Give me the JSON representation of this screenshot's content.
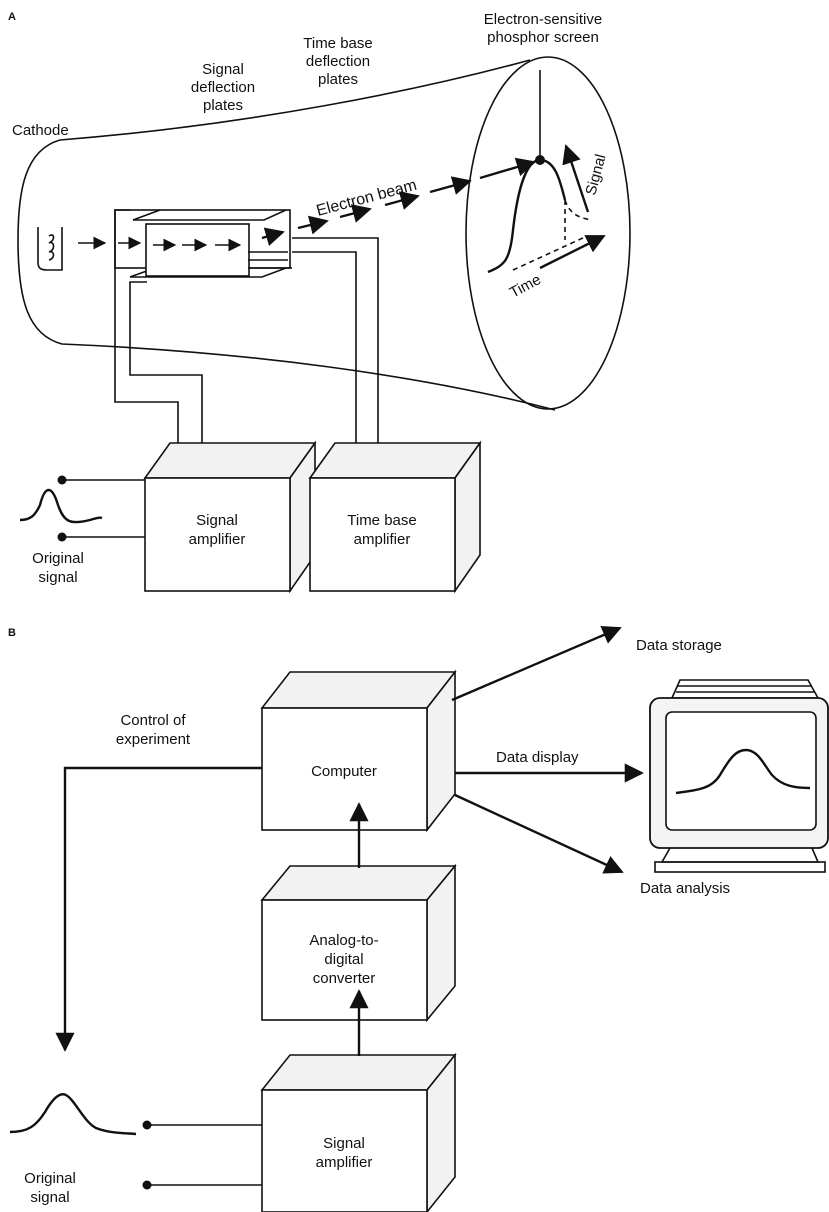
{
  "panel_a": {
    "letter": "A",
    "labels": {
      "cathode": "Cathode",
      "signal_plates_1": "Signal",
      "signal_plates_2": "deflection",
      "signal_plates_3": "plates",
      "time_plates_1": "Time base",
      "time_plates_2": "deflection",
      "time_plates_3": "plates",
      "screen_1": "Electron-sensitive",
      "screen_2": "phosphor screen",
      "beam": "Electron beam",
      "signal": "Signal",
      "time": "Time",
      "sig_amp_1": "Signal",
      "sig_amp_2": "amplifier",
      "time_amp_1": "Time base",
      "time_amp_2": "amplifier",
      "orig_1": "Original",
      "orig_2": "signal"
    }
  },
  "panel_b": {
    "letter": "B",
    "labels": {
      "storage": "Data storage",
      "control_1": "Control of",
      "control_2": "experiment",
      "display": "Data display",
      "computer": "Computer",
      "analysis": "Data analysis",
      "adc_1": "Analog-to-",
      "adc_2": "digital",
      "adc_3": "converter",
      "sig_amp_1": "Signal",
      "sig_amp_2": "amplifier",
      "orig_1": "Original",
      "orig_2": "signal"
    }
  }
}
